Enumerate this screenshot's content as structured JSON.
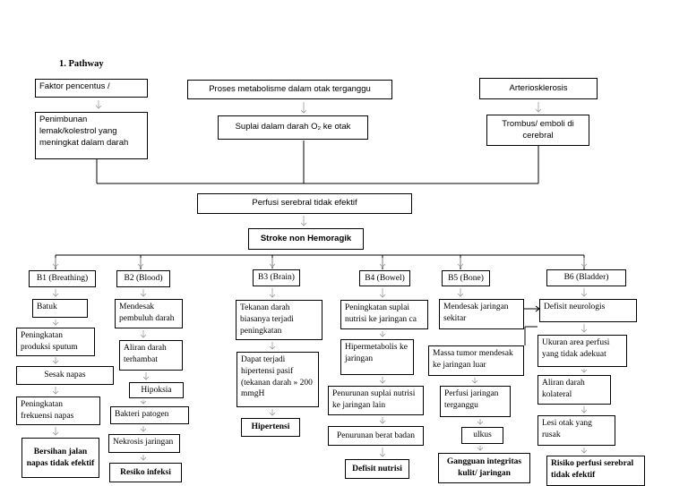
{
  "section_title": "1.   Pathway",
  "top": {
    "faktor": "Faktor pencentus /",
    "penimbunan": "Penimbunan lemak/kolestrol  yang meningkat dalam darah",
    "proses": "Proses metabolisme dalam otak terganggu",
    "suplai": "Suplai dalam darah O₂ ke otak",
    "arterio": "Arteriosklerosis",
    "trombus": "Trombus/ emboli di cerebral"
  },
  "perfusi": "Perfusi serebral tidak efektif",
  "stroke": "Stroke non Hemoragik",
  "b1": {
    "header": "B1 (Breathing)",
    "batuk": "Batuk",
    "peningkatan_sputum": "Peningkatan produksi sputum",
    "sesak": "Sesak napas",
    "peningkatan_frekuensi": "Peningkatan frekuensi napas",
    "dx": "Bersihan jalan napas tidak efektif"
  },
  "b2": {
    "header": "B2 (Blood)",
    "mendesak": "Mendesak pembuluh darah",
    "aliran": "Aliran darah terhambat",
    "hipoksia": "Hipoksia",
    "bakteri": "Bakteri patogen",
    "nekrosis": "Nekrosis jaringan",
    "dx": "Resiko infeksi"
  },
  "b3": {
    "header": "B3 (Brain)",
    "tekanan": "Tekanan darah biasanya terjadi peningkatan",
    "hipertensi_pasif": "Dapat terjadi hipertensi pasif (tekanan darah » 200 mmgH",
    "dx": "Hipertensi"
  },
  "b4": {
    "header": "B4 (Bowel)",
    "peningkatan_suplai": "Peningkatan suplai nutrisi ke jaringan ca",
    "hipermetabolis": "Hipermetabolis ke jaringan",
    "penurunan_suplai": "Penurunan suplai nutrisi ke jaringan lain",
    "penurunan_bb": "Penurunan berat badan",
    "dx": "Defisit nutrisi"
  },
  "b5": {
    "header": "B5 (Bone)",
    "mendesak_jaringan": "Mendesak jaringan sekitar",
    "massa_tumor": "Massa tumor mendesak ke jaringan luar",
    "perfusi_jaringan": "Perfusi jaringan terganggu",
    "ulkus": "ulkus",
    "dx": "Gangguan integritas kulit/ jaringan"
  },
  "b6": {
    "header": "B6 (Bladder)",
    "defisit": "Defisit neurologis",
    "ukuran": "Ukuran area perfusi yang tidak adekuat",
    "aliran_kolateral": "Aliran darah kolateral",
    "lesi": "Lesi otak yang rusak",
    "dx": "Risiko perfusi serebral tidak efektif"
  }
}
